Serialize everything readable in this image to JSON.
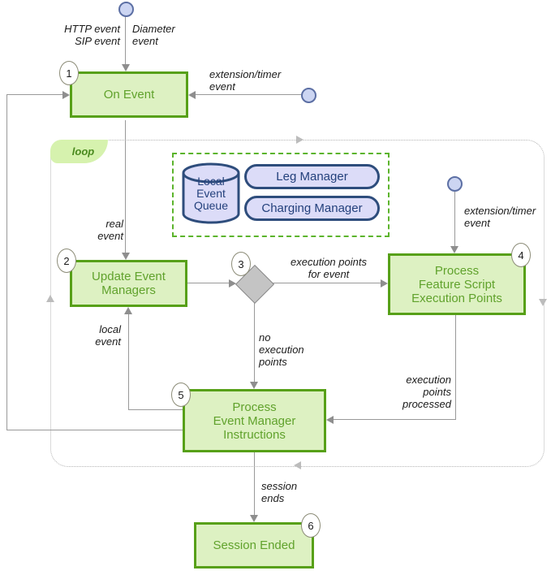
{
  "nodes": {
    "on_event": {
      "label": "On Event",
      "badge": "1"
    },
    "update_event_managers": {
      "lines": [
        "Update Event",
        "Managers"
      ],
      "badge": "2"
    },
    "decision": {
      "badge": "3"
    },
    "process_feature_script": {
      "lines": [
        "Process",
        "Feature Script",
        "Execution Points"
      ],
      "badge": "4"
    },
    "process_event_manager": {
      "lines": [
        "Process",
        "Event Manager",
        "Instructions"
      ],
      "badge": "5"
    },
    "session_ended": {
      "label": "Session Ended",
      "badge": "6"
    },
    "local_event_queue": {
      "lines": [
        "Local",
        "Event",
        "Queue"
      ]
    },
    "leg_manager": {
      "label": "Leg Manager"
    },
    "charging_manager": {
      "label": "Charging Manager"
    },
    "loop_frame": {
      "label": "loop"
    }
  },
  "edge_labels": {
    "http_sip": [
      "HTTP event",
      "SIP event"
    ],
    "diameter": [
      "Diameter",
      "event"
    ],
    "extension_timer_top": [
      "extension/timer",
      "event"
    ],
    "extension_timer_right": [
      "extension/timer",
      "event"
    ],
    "real_event": [
      "real",
      "event"
    ],
    "local_event": [
      "local",
      "event"
    ],
    "execution_points_for_event": [
      "execution points",
      "for event"
    ],
    "no_execution_points": [
      "no",
      "execution",
      "points"
    ],
    "execution_points_processed": [
      "execution",
      "points",
      "processed"
    ],
    "session_ends": [
      "session",
      "ends"
    ]
  },
  "colors": {
    "node_green_fill": "#ddf1c2",
    "node_green_border": "#57a018",
    "node_green_text": "#60a22c",
    "lavender_fill": "#dcdcf8",
    "navy_border": "#2e4d7c",
    "navy_text": "#24417c",
    "dashed_green": "#5cb42c",
    "loop_tag_fill": "#d6f2ae",
    "loop_tag_text": "#4a8a1e",
    "loop_border": "#b4b4b4",
    "loop_arrow": "#bcbcbc",
    "circle_fill": "#ccd5f2",
    "circle_border": "#5c6fa4",
    "line_gray": "#999999",
    "arrow_gray": "#8e8e8e",
    "diamond_fill": "#c4c4c4",
    "diamond_border": "#888888",
    "badge_border": "#8c8c78",
    "label_text": "#1a1a1a"
  }
}
